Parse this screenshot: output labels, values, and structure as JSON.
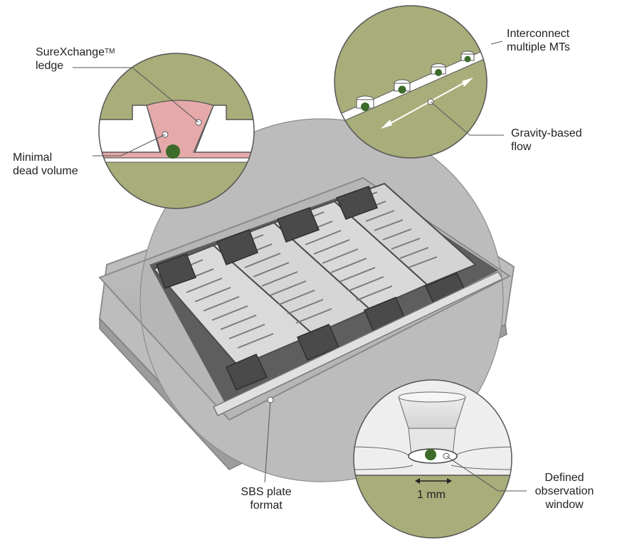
{
  "labels": {
    "surexchange_main": "SureXchange",
    "surexchange_sup": "TM",
    "surexchange_line2": "ledge",
    "minimal_line1": "Minimal",
    "minimal_line2": "dead volume",
    "interconnect_line1": "Interconnect",
    "interconnect_line2": "multiple MTs",
    "gravity_line1": "Gravity-based",
    "gravity_line2": "flow",
    "sbs_line1": "SBS plate",
    "sbs_line2": "format",
    "defined_line1": "Defined",
    "defined_line2": "observation",
    "defined_line3": "window",
    "scale": "1 mm"
  },
  "colors": {
    "olive": "#a8ad7a",
    "pink": "#e5a9a9",
    "dark_green": "#3d6b2a",
    "plate_gray": "#8a8a8a",
    "leader": "#555555"
  }
}
